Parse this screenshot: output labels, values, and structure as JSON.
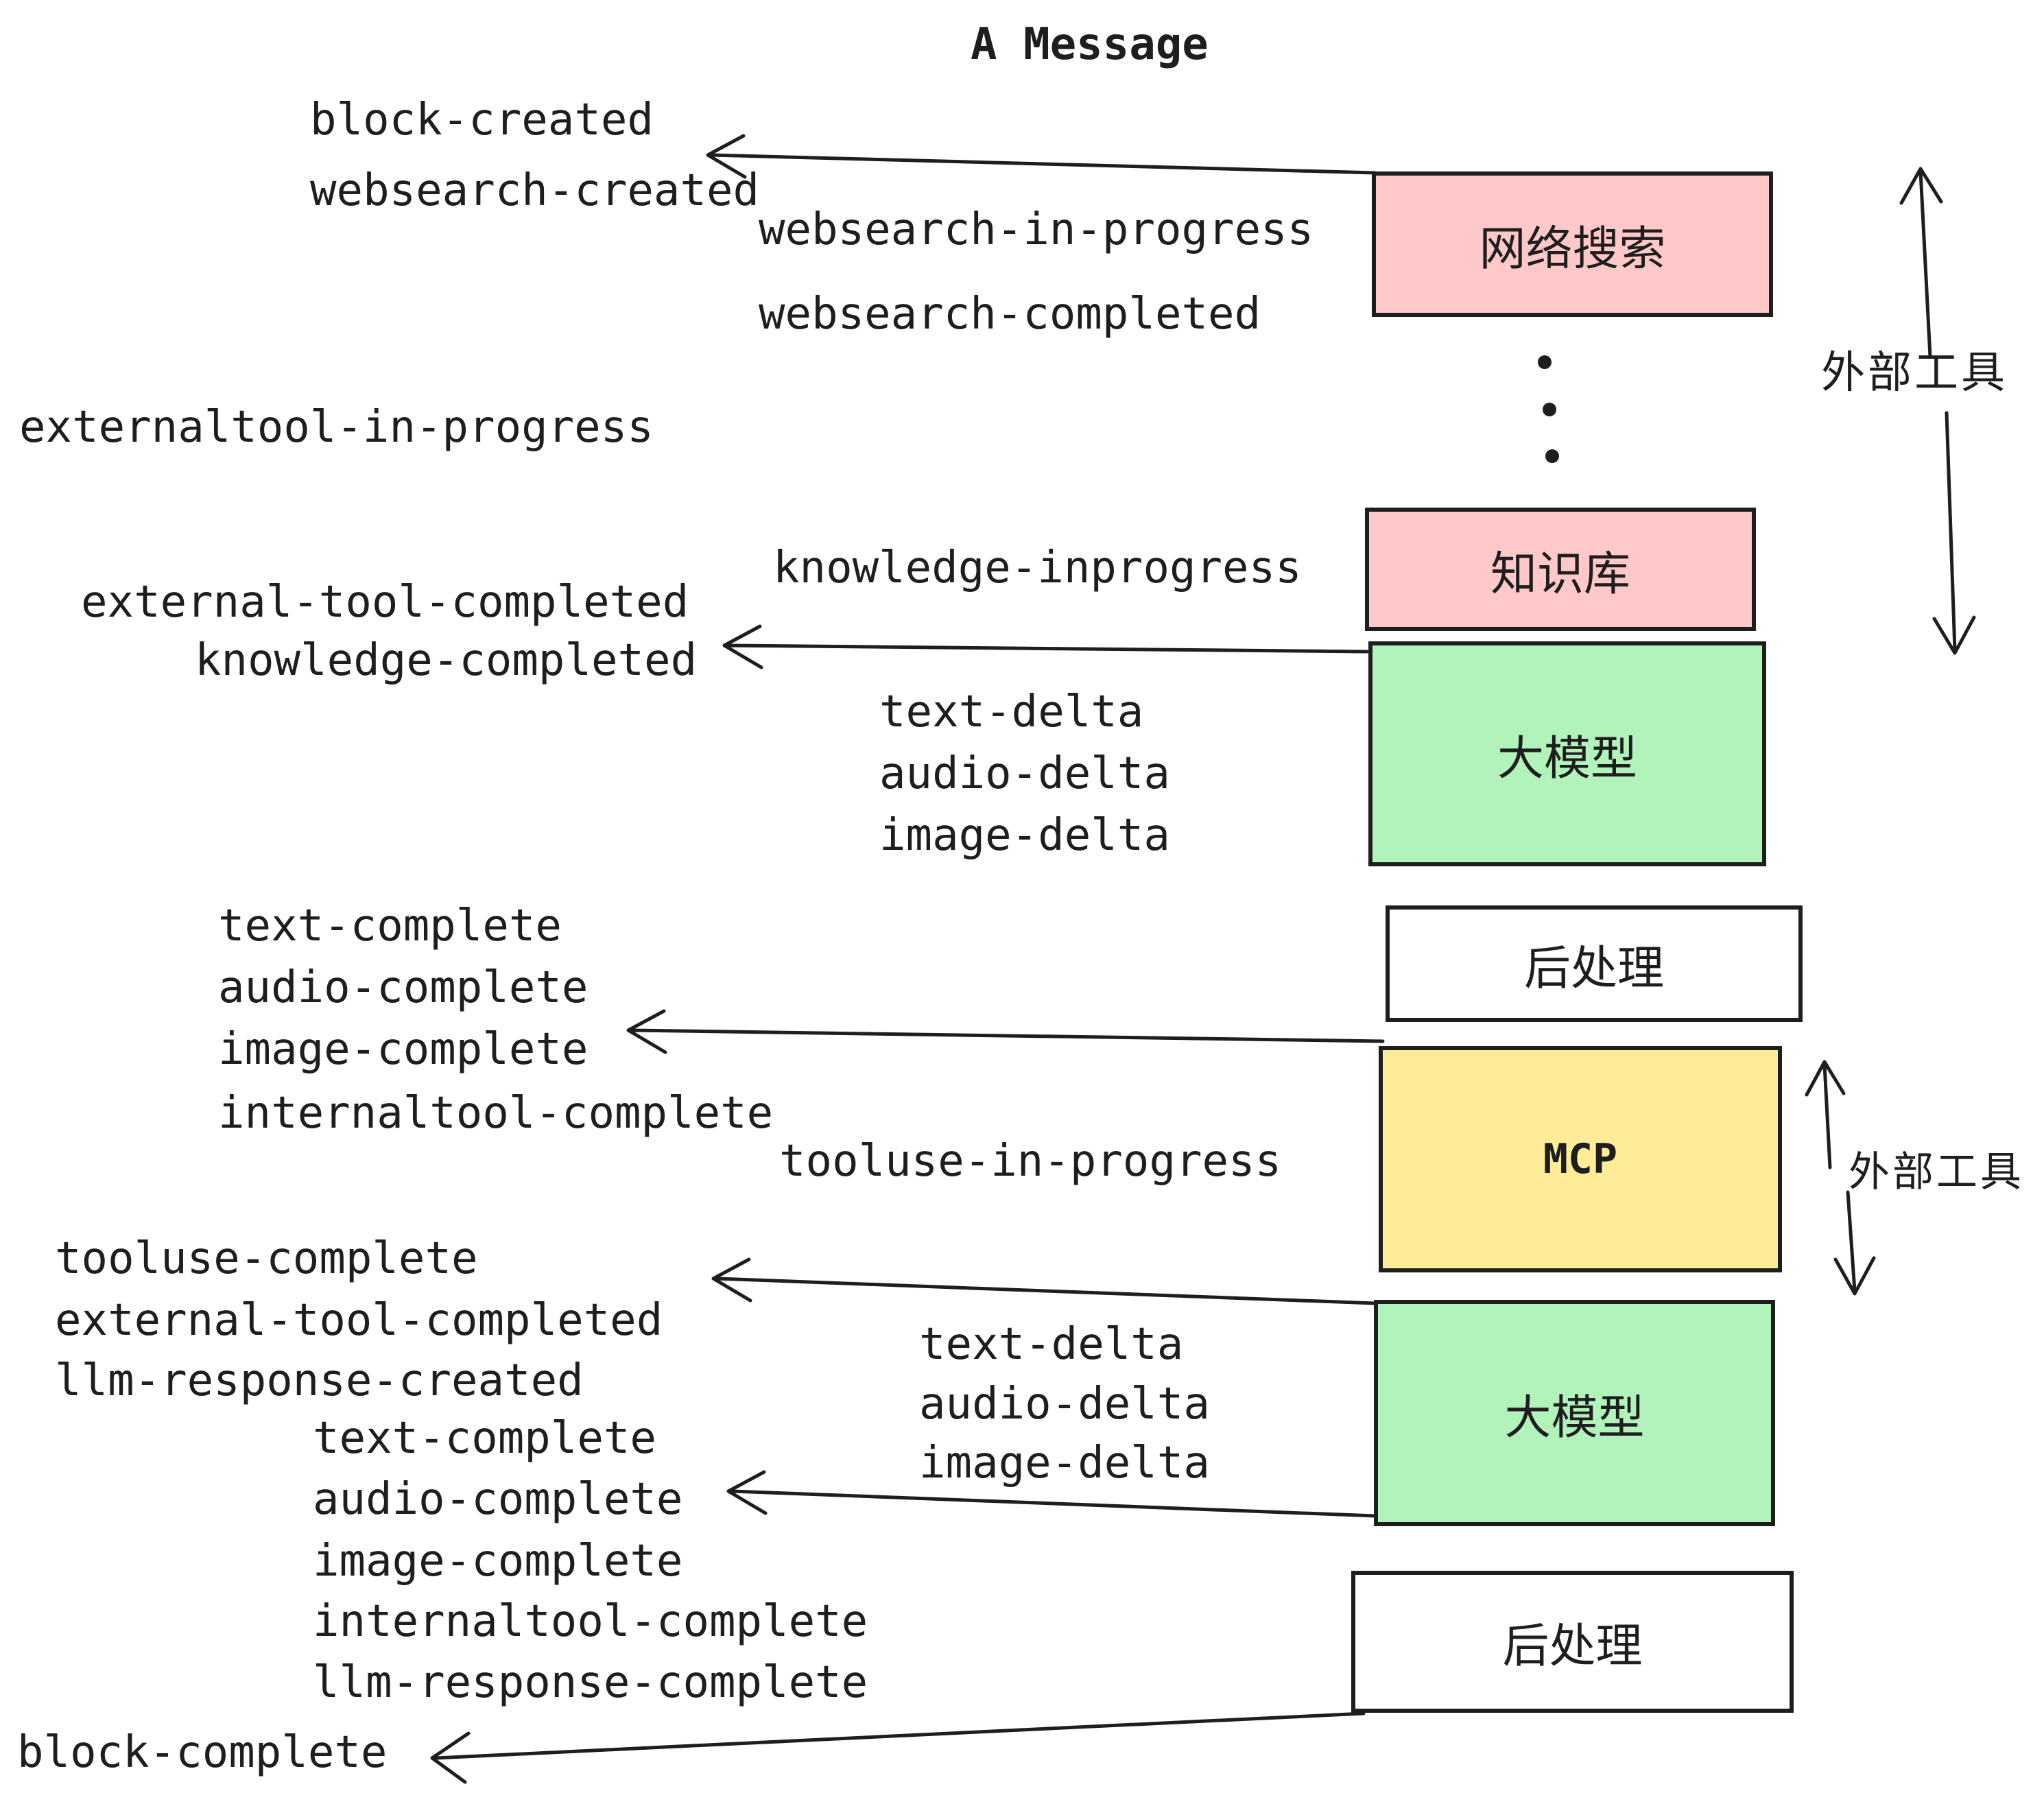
{
  "title": "A Message",
  "colors": {
    "pink": "#ffc9c9",
    "green": "#b2f2bb",
    "yellow": "#ffec99",
    "white": "#ffffff",
    "ink": "#1e1e1e"
  },
  "boxes": {
    "websearch": {
      "label": "网络搜索"
    },
    "knowledge": {
      "label": "知识库"
    },
    "llm": {
      "label": "大模型"
    },
    "post": {
      "label": "后处理"
    },
    "mcp": {
      "label": "MCP"
    }
  },
  "annotations": {
    "external_tools": "外部工具"
  },
  "events": {
    "block_created": "block-created",
    "websearch_created": "websearch-created",
    "websearch_in_progress": "websearch-in-progress",
    "websearch_completed": "websearch-completed",
    "externaltool_in_progress": "externaltool-in-progress",
    "knowledge_inprogress": "knowledge-inprogress",
    "external_tool_completed": "external-tool-completed",
    "knowledge_completed": "knowledge-completed",
    "text_delta": "text-delta",
    "audio_delta": "audio-delta",
    "image_delta": "image-delta",
    "text_complete": "text-complete",
    "audio_complete": "audio-complete",
    "image_complete": "image-complete",
    "internaltool_complete": "internaltool-complete",
    "tooluse_in_progress": "tooluse-in-progress",
    "tooluse_complete": "tooluse-complete",
    "llm_response_created": "llm-response-created",
    "llm_response_complete": "llm-response-complete",
    "block_complete": "block-complete"
  }
}
